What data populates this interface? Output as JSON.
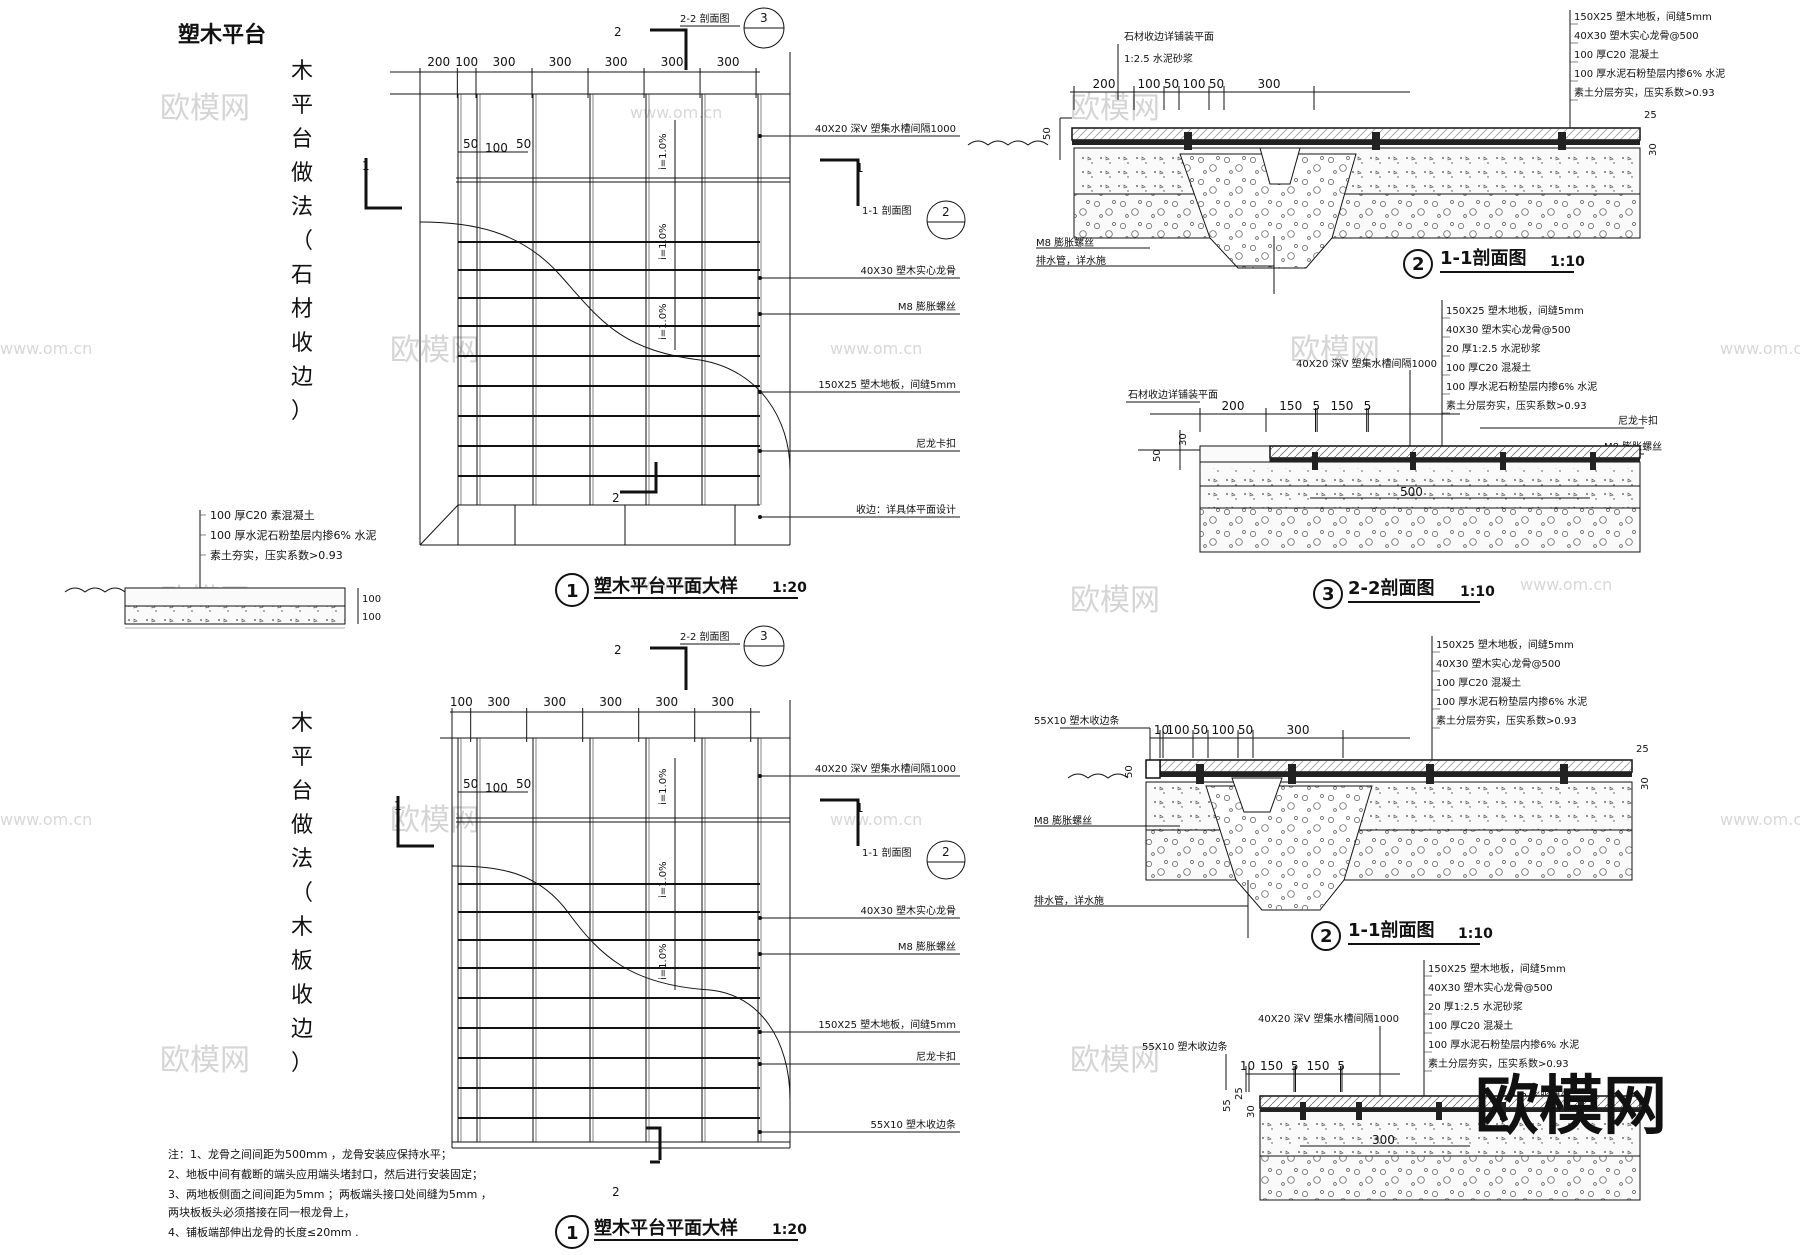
{
  "page_title": "塑木平台",
  "vertical_titles": {
    "top": "木平台做法（石材收边）",
    "bottom": "木平台做法（木板收边）"
  },
  "drawing_titles": {
    "plan_top": {
      "num": "1",
      "text": "塑木平台平面大样",
      "scale": "1:20"
    },
    "plan_bottom": {
      "num": "1",
      "text": "塑木平台平面大样",
      "scale": "1:20"
    },
    "sec11_top": {
      "num": "2",
      "text": "1-1剖面图",
      "scale": "1:10"
    },
    "sec22_top": {
      "num": "3",
      "text": "2-2剖面图",
      "scale": "1:10"
    },
    "sec11_bottom": {
      "num": "2",
      "text": "1-1剖面图",
      "scale": "1:10"
    }
  },
  "section_marks": {
    "s1": "1",
    "s2": "2",
    "ref22": "2-2 剖面图",
    "ref11": "1-1 剖面图",
    "ref_num2": "2",
    "ref_num3": "3"
  },
  "plan_top": {
    "dims": [
      "200",
      "100",
      "300",
      "300",
      "300",
      "300",
      "300"
    ],
    "sub_dims": [
      "50",
      "100",
      "50"
    ],
    "slopes": [
      "i=1.0%",
      "i=1.0%",
      "i=1.0%"
    ],
    "callouts": [
      "40X20  深V 塑集水槽间隔1000",
      "40X30   塑木实心龙骨",
      "M8 膨胀螺丝",
      "150X25   塑木地板，间缝5mm",
      "尼龙卡扣",
      "收边：详具体平面设计"
    ]
  },
  "plan_bottom": {
    "dims": [
      "100",
      "300",
      "300",
      "300",
      "300",
      "300"
    ],
    "sub_dims": [
      "50",
      "100",
      "50"
    ],
    "slopes": [
      "i=1.0%",
      "i=1.0%",
      "i=1.0%"
    ],
    "callouts": [
      "40X20  深V 塑集水槽间隔1000",
      "40X30   塑木实心龙骨",
      "M8 膨胀螺丝",
      "150X25   塑木地板，间缝5mm",
      "尼龙卡扣",
      "55X10    塑木收边条"
    ]
  },
  "ground_detail": {
    "layers": [
      "100  厚C20 素混凝土",
      "100  厚水泥石粉垫层内掺6% 水泥",
      "素土夯实，压实系数>0.93"
    ],
    "dims": [
      "100",
      "100"
    ]
  },
  "sec11_top": {
    "edge_label": [
      "石材收边详铺装平面",
      "1:2.5 水泥砂浆"
    ],
    "dims": [
      "200",
      "100",
      "50",
      "100",
      "50",
      "300"
    ],
    "layers": [
      "150X25   塑木地板，间缝5mm",
      "40X30   塑木实心龙骨@500",
      "100  厚C20 混凝土",
      "100  厚水泥石粉垫层内掺6% 水泥",
      "素土分层夯实，压实系数>0.93"
    ],
    "side_dims": [
      "50",
      "25",
      "30"
    ],
    "left_labels": [
      "M8 膨胀螺丝",
      "排水管，详水施"
    ]
  },
  "sec22_top": {
    "top_label": "40X20  深V 塑集水槽间隔1000",
    "edge_label": "石材收边详铺装平面",
    "dims": [
      "200",
      "150",
      "5",
      "150",
      "5"
    ],
    "bottom_dim": "500",
    "layers": [
      "150X25   塑木地板，间缝5mm",
      "40X30   塑木实心龙骨@500",
      "20  厚1:2.5  水泥砂浆",
      "100  厚C20  混凝土",
      "100  厚水泥石粉垫层内掺6% 水泥",
      "素土分层夯实，压实系数>0.93"
    ],
    "right_labels": [
      "尼龙卡扣",
      "M8  膨胀螺丝"
    ],
    "side_dims": [
      "30",
      "50"
    ]
  },
  "sec11_bottom": {
    "edge_label": "55X10    塑木收边条",
    "dims": [
      "10",
      "100",
      "50",
      "100",
      "50",
      "300"
    ],
    "layers": [
      "150X25   塑木地板，间缝5mm",
      "40X30   塑木实心龙骨@500",
      "100  厚C20  混凝土",
      "100  厚水泥石粉垫层内掺6% 水泥",
      "素土分层夯实，压实系数>0.93"
    ],
    "side_dims": [
      "50",
      "25",
      "30"
    ],
    "left_labels": [
      "M8  膨胀螺丝",
      "排水管，详水施"
    ]
  },
  "sec22_bottom": {
    "top_label": "40X20  深V 塑集水槽间隔1000",
    "edge_label": "55X10    塑木收边条",
    "dims": [
      "10",
      "150",
      "5",
      "150",
      "5"
    ],
    "bottom_dim": "300",
    "layers": [
      "150X25   塑木地板，间缝5mm",
      "40X30   塑木实心龙骨@500",
      "20  厚1:2.5  水泥砂浆",
      "100  厚C20  混凝土",
      "100  厚水泥石粉垫层内掺6% 水泥",
      "素土分层夯实，压实系数>0.93"
    ],
    "right_label": "M8  膨胀螺丝",
    "side_dims": [
      "55",
      "25",
      "30"
    ]
  },
  "notes": [
    "注：1、龙骨之间间距为500mm    ，龙骨安装应保持水平；",
    "2、地板中间有截断的端头应用端头堵封口，然后进行安装固定；",
    "3、两地板侧面之间间距为5mm   ；两板端头接口处间缝为5mm    ，",
    "   两块板板头必须搭接在同一根龙骨上，",
    "4、铺板端部伸出龙骨的长度≤20mm    ."
  ],
  "watermarks": [
    "欧模网",
    "www.om.cn"
  ],
  "logo": "欧模网"
}
